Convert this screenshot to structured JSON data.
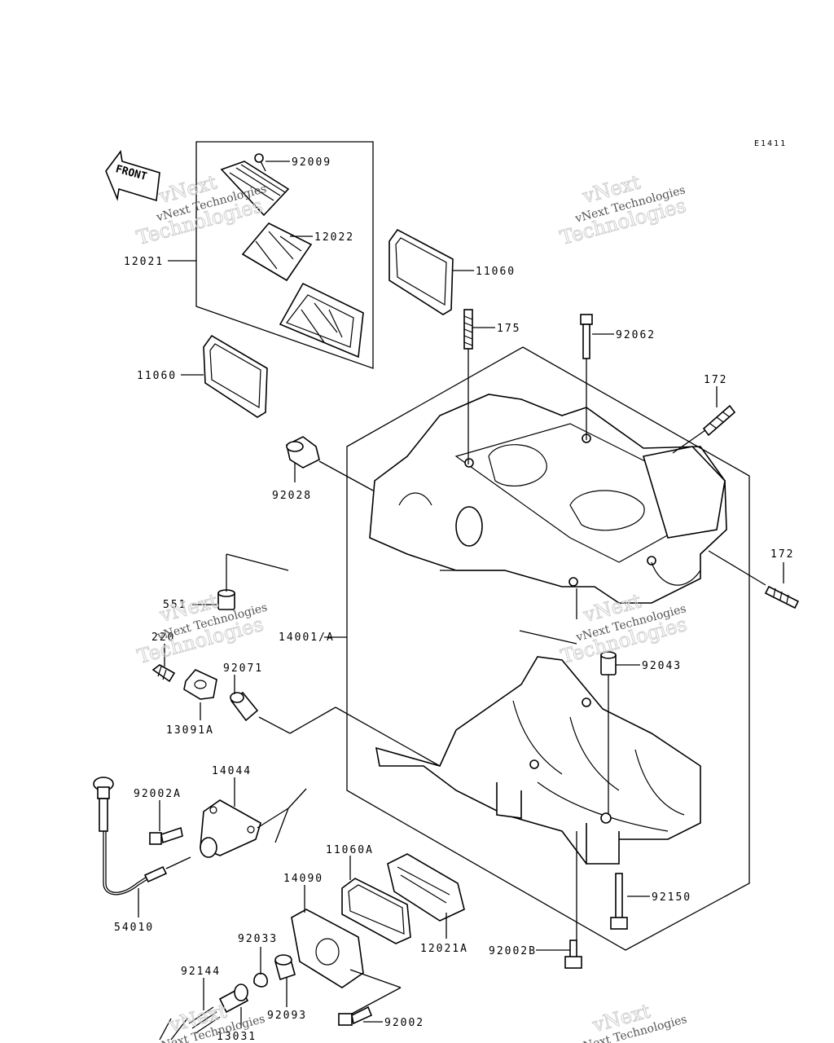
{
  "diagram": {
    "code": "E1411",
    "front_label": "FRONT",
    "watermark": {
      "line1": "vNext",
      "line2": "Technologies",
      "small": "vNext Technologies"
    },
    "parts": {
      "p92009": "92009",
      "p12022": "12022",
      "p12021": "12021",
      "p11060a": "11060",
      "p11060b": "11060",
      "p175": "175",
      "p92062": "92062",
      "p172a": "172",
      "p172b": "172",
      "p92028": "92028",
      "p551": "551",
      "p220": "220",
      "p14001": "14001/A",
      "p92071": "92071",
      "p13091": "13091A",
      "p92043": "92043",
      "p14044": "14044",
      "p92002a": "92002A",
      "p54010": "54010",
      "p11060A": "11060A",
      "p14090": "14090",
      "p12021A": "12021A",
      "p92150": "92150",
      "p92033": "92033",
      "p92144": "92144",
      "p92002b": "92002B",
      "p92093": "92093",
      "p92002": "92002",
      "p13031": "13031"
    }
  }
}
